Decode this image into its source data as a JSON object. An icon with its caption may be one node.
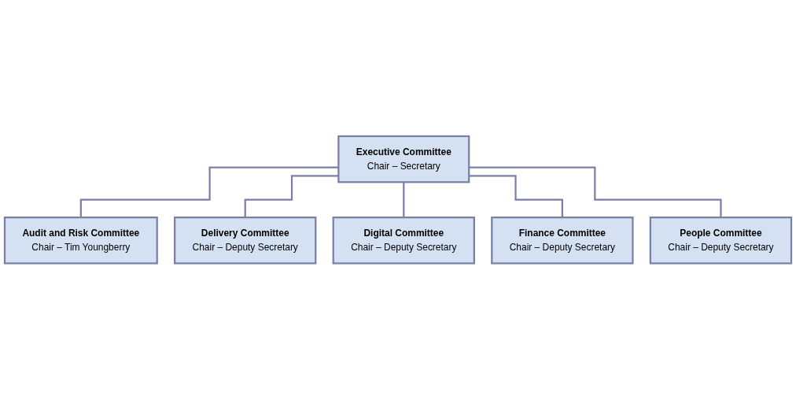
{
  "diagram": {
    "nodes": [
      {
        "text": [
          "Executive Committee",
          "Chair – Secretary"
        ]
      },
      {
        "text": [
          "Audit and Risk Committee",
          "Chair – Tim Youngberry"
        ]
      },
      {
        "text": [
          "Delivery Committee",
          "Chair – Deputy Secretary"
        ]
      },
      {
        "text": [
          "Digital Committee",
          "Chair – Deputy Secretary"
        ]
      },
      {
        "text": [
          "Finance Committee",
          "Chair – Deputy Secretary"
        ]
      },
      {
        "text": [
          "People Committee",
          "Chair – Deputy Secretary"
        ]
      }
    ],
    "edges": [
      {
        "from": 0,
        "to": 1,
        "arrow": "none"
      },
      {
        "from": 0,
        "to": 2,
        "arrow": "none"
      },
      {
        "from": 0,
        "to": 3,
        "arrow": "none"
      },
      {
        "from": 0,
        "to": 4,
        "arrow": "none"
      },
      {
        "from": 0,
        "to": 5,
        "arrow": "none"
      }
    ]
  }
}
